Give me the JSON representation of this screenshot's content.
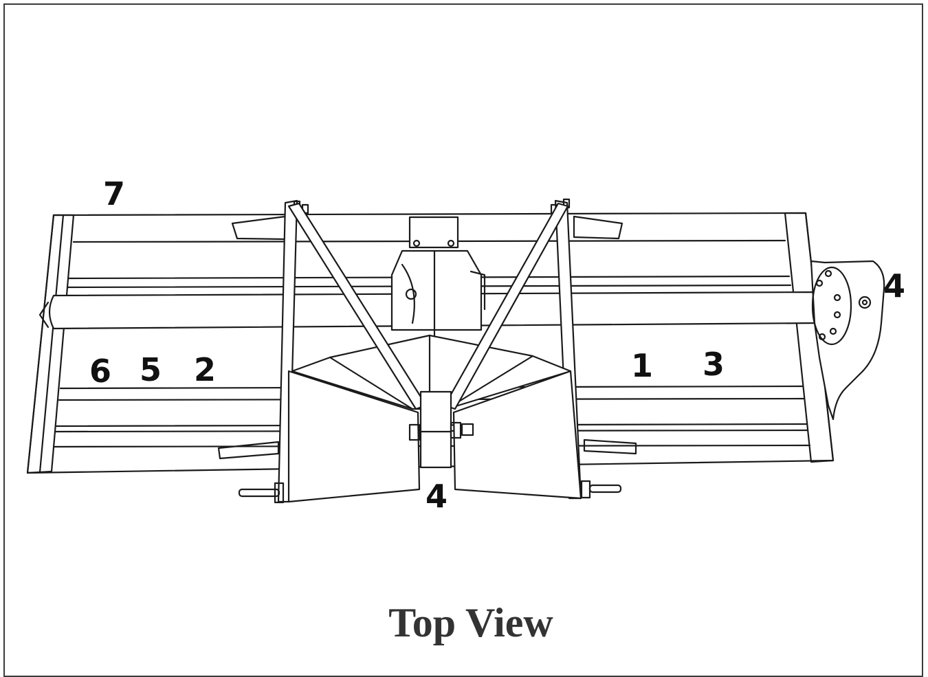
{
  "diagram": {
    "caption": "Top View",
    "line_color": "#1a1a1a",
    "callouts": [
      {
        "id": "front-left",
        "text": "7"
      },
      {
        "id": "shaft-right",
        "text": "4"
      },
      {
        "id": "center-bottom",
        "text": "4"
      },
      {
        "id": "left-a",
        "text": "6"
      },
      {
        "id": "left-b",
        "text": "5"
      },
      {
        "id": "left-c",
        "text": "2"
      },
      {
        "id": "right-a",
        "text": "1"
      },
      {
        "id": "right-b",
        "text": "3"
      }
    ]
  }
}
